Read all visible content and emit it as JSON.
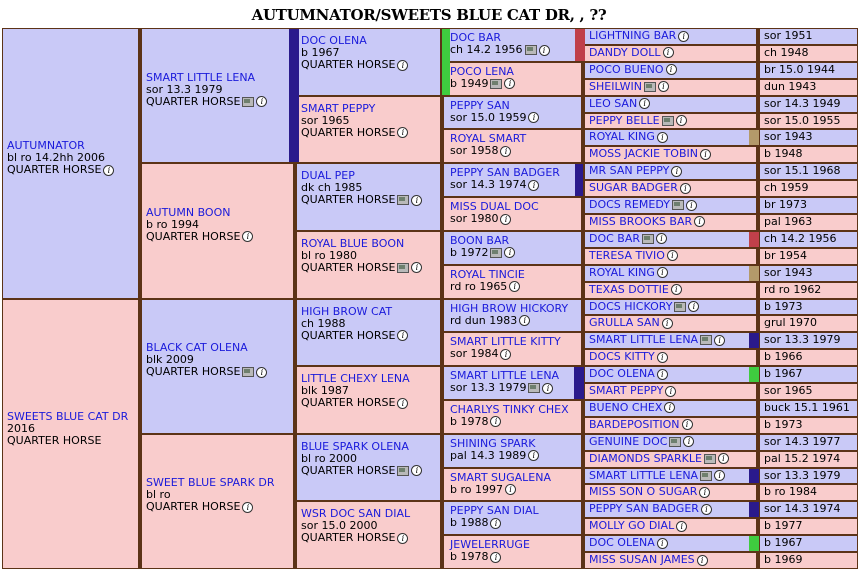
{
  "title": "AUTUMNATOR/SWEETS BLUE CAT DR, , ??",
  "subject": {
    "sire_line": {
      "name": "AUTUMNATOR",
      "lines": [
        "bl ro 14.2hh 2006",
        "QUARTER HORSE"
      ]
    },
    "dam_line": {
      "name": "SWEETS BLUE CAT DR",
      "lines": [
        "2016",
        "QUARTER HORSE"
      ]
    }
  },
  "gen2": [
    {
      "name": "SMART LITTLE LENA",
      "lines": [
        "sor 13.3 1979",
        "QUARTER HORSE"
      ]
    },
    {
      "name": "AUTUMN BOON",
      "lines": [
        "b ro 1994",
        "QUARTER HORSE"
      ]
    },
    {
      "name": "BLACK CAT OLENA",
      "lines": [
        "blk 2009",
        "QUARTER HORSE"
      ]
    },
    {
      "name": "SWEET BLUE SPARK DR",
      "lines": [
        "bl ro",
        "QUARTER HORSE"
      ]
    }
  ],
  "gen3": [
    {
      "name": "DOC OLENA",
      "lines": [
        "b 1967",
        "QUARTER HORSE"
      ]
    },
    {
      "name": "SMART PEPPY",
      "lines": [
        "sor 1965",
        "QUARTER HORSE"
      ]
    },
    {
      "name": "DUAL PEP",
      "lines": [
        "dk ch 1985",
        "QUARTER HORSE"
      ]
    },
    {
      "name": "ROYAL BLUE BOON",
      "lines": [
        "bl ro 1980",
        "QUARTER HORSE"
      ]
    },
    {
      "name": "HIGH BROW CAT",
      "lines": [
        "ch 1988",
        "QUARTER HORSE"
      ]
    },
    {
      "name": "LITTLE CHEXY LENA",
      "lines": [
        "blk 1987",
        "QUARTER HORSE"
      ]
    },
    {
      "name": "BLUE SPARK OLENA",
      "lines": [
        "bl ro 2000",
        "QUARTER HORSE"
      ]
    },
    {
      "name": "WSR DOC SAN DIAL",
      "lines": [
        "sor 15.0 2000",
        "QUARTER HORSE"
      ]
    }
  ],
  "gen4": [
    {
      "name": "DOC BAR",
      "info": "ch 14.2 1956"
    },
    {
      "name": "POCO LENA",
      "info": "b 1949"
    },
    {
      "name": "PEPPY SAN",
      "info": "sor 15.0 1959"
    },
    {
      "name": "ROYAL SMART",
      "info": "sor 1958"
    },
    {
      "name": "PEPPY SAN BADGER",
      "info": "sor 14.3 1974"
    },
    {
      "name": "MISS DUAL DOC",
      "info": "sor 1980"
    },
    {
      "name": "BOON BAR",
      "info": "b 1972"
    },
    {
      "name": "ROYAL TINCIE",
      "info": "rd ro 1965"
    },
    {
      "name": "HIGH BROW HICKORY",
      "info": "rd dun 1983"
    },
    {
      "name": "SMART LITTLE KITTY",
      "info": "sor 1984"
    },
    {
      "name": "SMART LITTLE LENA",
      "info": "sor 13.3 1979"
    },
    {
      "name": "CHARLYS TINKY CHEX",
      "info": "b 1978"
    },
    {
      "name": "SHINING SPARK",
      "info": "pal 14.3 1989"
    },
    {
      "name": "SMART SUGALENA",
      "info": "b ro 1997"
    },
    {
      "name": "PEPPY SAN DIAL",
      "info": "b 1988"
    },
    {
      "name": "JEWELERRUGE",
      "info": "b 1978"
    }
  ],
  "gen5": [
    {
      "name": "LIGHTNING BAR",
      "info": "sor 1951"
    },
    {
      "name": "DANDY DOLL",
      "info": "ch 1948"
    },
    {
      "name": "POCO BUENO",
      "info": "br 15.0 1944"
    },
    {
      "name": "SHEILWIN",
      "info": "dun 1943"
    },
    {
      "name": "LEO SAN",
      "info": "sor 14.3 1949"
    },
    {
      "name": "PEPPY BELLE",
      "info": "sor 15.0 1955"
    },
    {
      "name": "ROYAL KING",
      "info": "sor 1943"
    },
    {
      "name": "MOSS JACKIE TOBIN",
      "info": "b 1948"
    },
    {
      "name": "MR SAN PEPPY",
      "info": "sor 15.1 1968"
    },
    {
      "name": "SUGAR BADGER",
      "info": "ch 1959"
    },
    {
      "name": "DOCS REMEDY",
      "info": "br 1973"
    },
    {
      "name": "MISS BROOKS BAR",
      "info": "pal 1963"
    },
    {
      "name": "DOC BAR",
      "info": "ch 14.2 1956"
    },
    {
      "name": "TERESA TIVIO",
      "info": "br 1954"
    },
    {
      "name": "ROYAL KING",
      "info": "sor 1943"
    },
    {
      "name": "TEXAS DOTTIE",
      "info": "rd ro 1962"
    },
    {
      "name": "DOCS HICKORY",
      "info": "b 1973"
    },
    {
      "name": "GRULLA SAN",
      "info": "grul 1970"
    },
    {
      "name": "SMART LITTLE LENA",
      "info": "sor 13.3 1979"
    },
    {
      "name": "DOCS KITTY",
      "info": "b 1966"
    },
    {
      "name": "DOC OLENA",
      "info": "b 1967"
    },
    {
      "name": "SMART PEPPY",
      "info": "sor 1965"
    },
    {
      "name": "BUENO CHEX",
      "info": "buck 15.1 1961"
    },
    {
      "name": "BARDEPOSITION",
      "info": "b 1973"
    },
    {
      "name": "GENUINE DOC",
      "info": "sor 14.3 1977"
    },
    {
      "name": "DIAMONDS SPARKLE",
      "info": "pal 15.2 1974"
    },
    {
      "name": "SMART LITTLE LENA",
      "info": "sor 13.3 1979"
    },
    {
      "name": "MISS SON O SUGAR",
      "info": "b ro 1984"
    },
    {
      "name": "PEPPY SAN BADGER",
      "info": "sor 14.3 1974"
    },
    {
      "name": "MOLLY GO DIAL",
      "info": "b 1977"
    },
    {
      "name": "DOC OLENA",
      "info": "b 1967"
    },
    {
      "name": "MISS SUSAN JAMES",
      "info": "b 1969"
    }
  ],
  "colors": {
    "male_bg": "#c9c9f7",
    "female_bg": "#f9cccc",
    "border": "#5c3317",
    "link": "#1a1adb",
    "highlight_navy": "#2a1a8c",
    "highlight_green": "#3fcc3f",
    "highlight_red": "#c0404a",
    "highlight_tan": "#b49a6a"
  },
  "icons": {
    "info": "info-icon",
    "photo": "photo-icon"
  }
}
